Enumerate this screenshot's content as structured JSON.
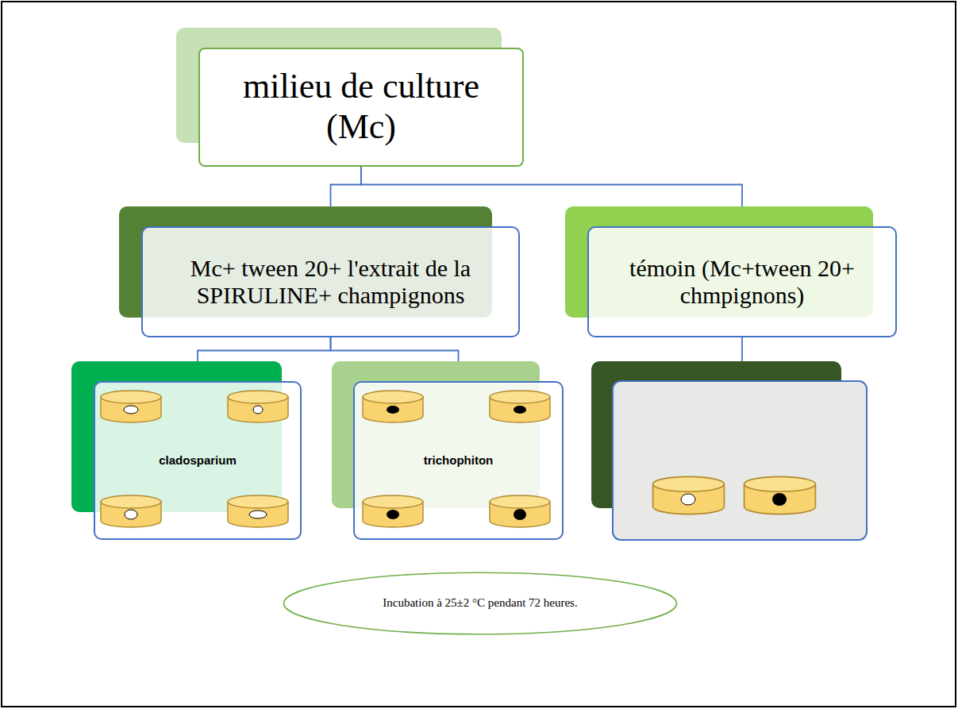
{
  "diagram": {
    "nodes": [
      {
        "text": [
          "milieu de culture (Mc)"
        ]
      },
      {
        "text": [
          "Mc+ tween 20+ l'extrait de la SPIRULINE+ champignons"
        ]
      },
      {
        "text": [
          "témoin (Mc+tween 20+ chmpignons)"
        ]
      },
      {
        "text": [
          "cladosparium"
        ]
      },
      {
        "text": [
          "trichophiton"
        ]
      },
      {
        "text": [
          "Incubation à 25±2 °C pendant 72 heures."
        ]
      }
    ],
    "edges": [
      {
        "from": 0,
        "to": 1,
        "arrow": "none"
      },
      {
        "from": 0,
        "to": 2,
        "arrow": "none"
      },
      {
        "from": 1,
        "to": 3,
        "arrow": "none"
      },
      {
        "from": 1,
        "to": 4,
        "arrow": "none"
      }
    ]
  }
}
